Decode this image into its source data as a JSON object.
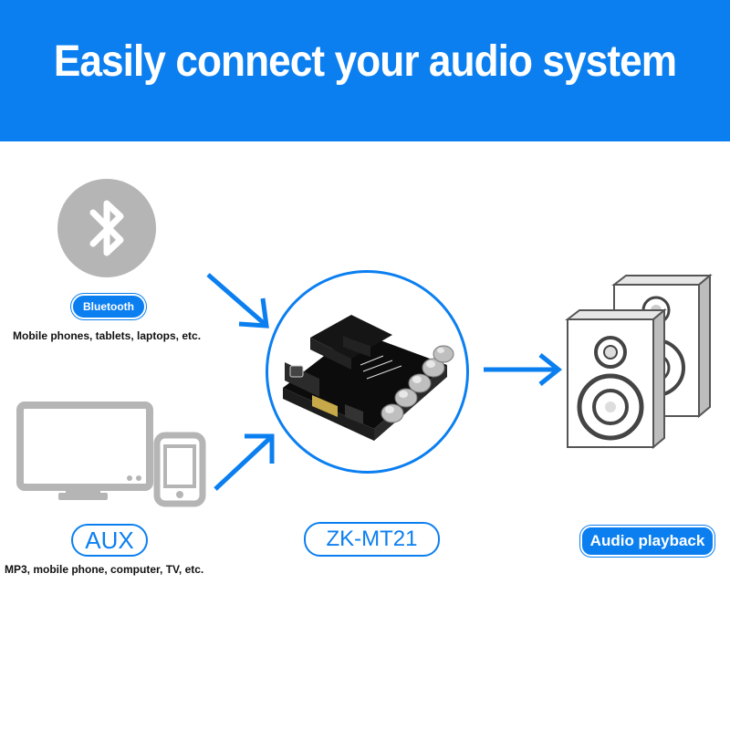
{
  "header": {
    "title": "Easily connect your audio system"
  },
  "sources": {
    "bluetooth": {
      "label": "Bluetooth",
      "caption": "Mobile phones, tablets, laptops, etc."
    },
    "aux": {
      "label": "AUX",
      "caption": "MP3, mobile phone, computer, TV, etc."
    }
  },
  "device": {
    "model": "ZK-MT21"
  },
  "output": {
    "label": "Audio playback"
  },
  "icons": {
    "bluetooth": "bluetooth-icon",
    "monitor": "monitor-icon",
    "phone": "phone-icon",
    "board": "amplifier-board-icon",
    "speakers": "speakers-icon",
    "arrow": "arrow-icon"
  },
  "colors": {
    "accent": "#0b7ff0",
    "gray": "#b5b5b5"
  }
}
